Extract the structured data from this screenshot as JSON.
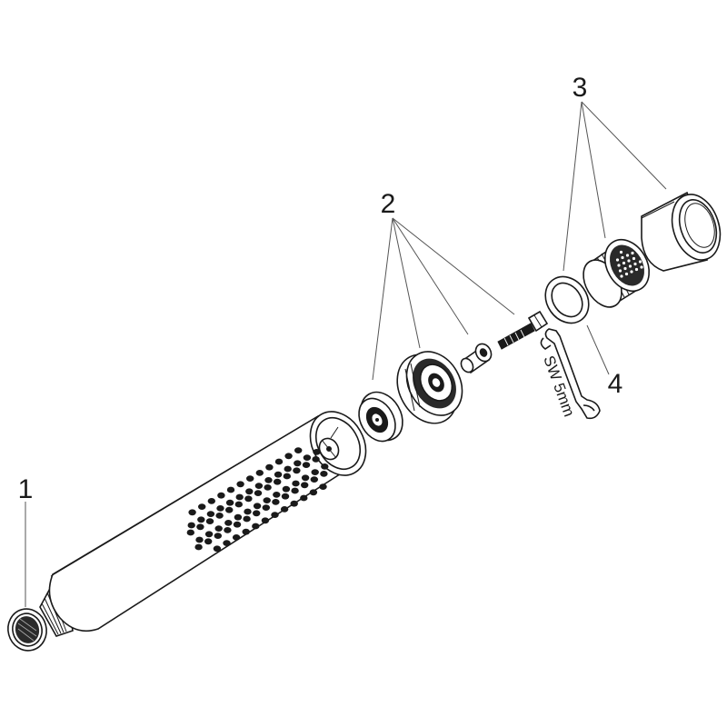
{
  "diagram": {
    "callouts": [
      {
        "id": "1",
        "label": "1"
      },
      {
        "id": "2",
        "label": "2"
      },
      {
        "id": "3",
        "label": "3"
      },
      {
        "id": "4",
        "label": "4"
      }
    ],
    "wrench_size_label": "SW 5mm"
  },
  "colors": {
    "line": "#1a1a1a",
    "background": "#ffffff"
  }
}
